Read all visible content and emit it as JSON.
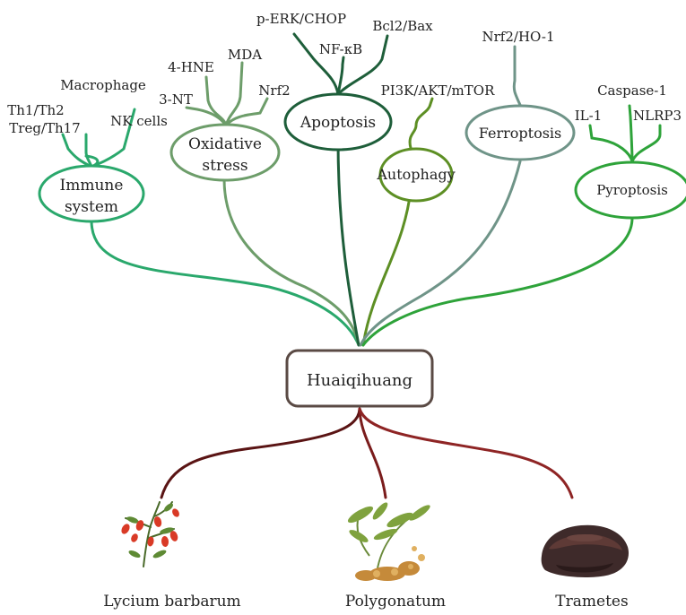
{
  "center": {
    "label": "Huaiqihuang"
  },
  "mechanisms": {
    "immune": {
      "label_line1": "Immune",
      "label_line2": "system",
      "color": "#2aa86c",
      "markers": {
        "macrophage": "Macrophage",
        "th": "Th1/Th2",
        "treg": "Treg/Th17",
        "nk": "NK cells"
      }
    },
    "oxidative": {
      "label_line1": "Oxidative",
      "label_line2": "stress",
      "color": "#6d9d6a",
      "markers": {
        "hne": "4-HNE",
        "mda": "MDA",
        "nt": "3-NT",
        "nrf2": "Nrf2"
      }
    },
    "apoptosis": {
      "label": "Apoptosis",
      "color": "#1e5e3a",
      "markers": {
        "perk": "p-ERK/CHOP",
        "nfkb": "NF-κB",
        "bcl2": "Bcl2/Bax"
      }
    },
    "autophagy": {
      "label": "Autophagy",
      "color": "#5d8f24",
      "markers": {
        "pi3k": "PI3K/AKT/mTOR"
      }
    },
    "ferroptosis": {
      "label": "Ferroptosis",
      "color": "#6f9488",
      "markers": {
        "nrf2ho1": "Nrf2/HO-1"
      }
    },
    "pyroptosis": {
      "label": "Pyroptosis",
      "color": "#2ea33a",
      "markers": {
        "il1": "IL-1",
        "casp1": "Caspase-1",
        "nlrp3": "NLRP3"
      }
    }
  },
  "herbs": {
    "color_dark": "#5a1414",
    "color_mid": "#7a1c1c",
    "color_light": "#8e2424",
    "lycium": {
      "label": "Lycium barbarum"
    },
    "polygonatum": {
      "label": "Polygonatum"
    },
    "trametes": {
      "label": "Trametes"
    }
  }
}
